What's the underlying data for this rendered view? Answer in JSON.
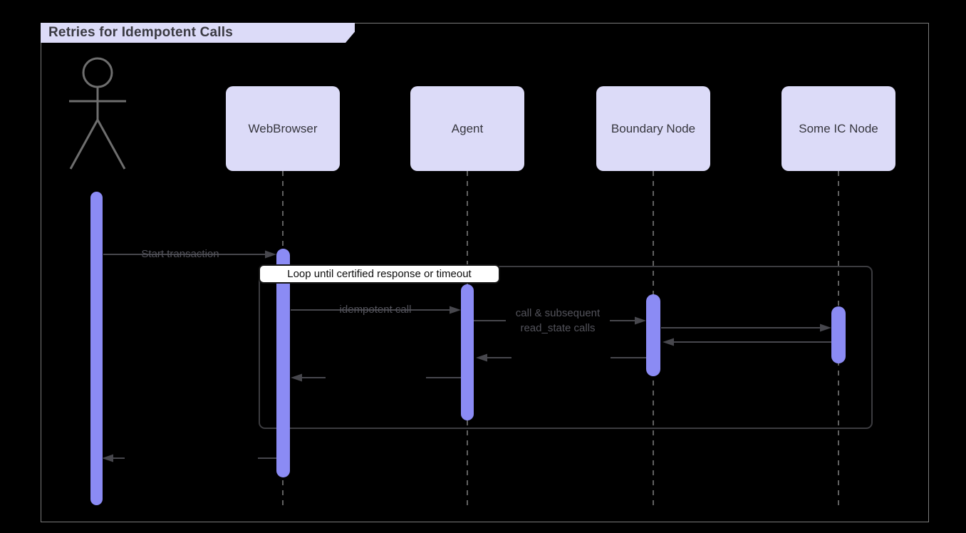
{
  "title": "Retries for Idempotent Calls",
  "participants": [
    {
      "label": "WebBrowser"
    },
    {
      "label": "Agent"
    },
    {
      "label": "Boundary Node"
    },
    {
      "label": "Some IC Node"
    }
  ],
  "actor": {
    "type": "stick-figure",
    "note": "unnamed user actor"
  },
  "loop": {
    "label": "Loop until certified response or timeout"
  },
  "messages": [
    {
      "from": "User",
      "to": "WebBrowser",
      "label": "Start transaction",
      "direction": "right"
    },
    {
      "from": "WebBrowser",
      "to": "Agent",
      "label": "idempotent call",
      "direction": "right"
    },
    {
      "from": "Agent",
      "to": "Boundary Node",
      "label_line1": "call & subsequent",
      "label_line2": "read_state calls",
      "direction": "right"
    },
    {
      "from": "Boundary Node",
      "to": "Some IC Node",
      "label": "",
      "direction": "right"
    },
    {
      "from": "Some IC Node",
      "to": "Boundary Node",
      "label": "",
      "direction": "left"
    },
    {
      "from": "Boundary Node",
      "to": "Agent",
      "label": "",
      "direction": "left"
    },
    {
      "from": "Agent",
      "to": "WebBrowser",
      "label": "",
      "direction": "left"
    },
    {
      "from": "WebBrowser",
      "to": "User",
      "label": "",
      "direction": "left"
    }
  ],
  "colors": {
    "background": "#000000",
    "outer_frame_border": "#7c7c7c",
    "title_fill": "#dcdbf8",
    "title_text": "#3a3a42",
    "participant_fill": "#dcdbf8",
    "participant_text": "#36363e",
    "activation_fill": "#8b8bf4",
    "lifeline": "#606060",
    "actor_stroke": "#6e6e6e",
    "loop_frame_border": "#3c3c40",
    "loop_label_bg": "#ffffff",
    "loop_label_text": "#0d0d0d",
    "message_line": "#47474d",
    "message_text": "#53535b"
  }
}
